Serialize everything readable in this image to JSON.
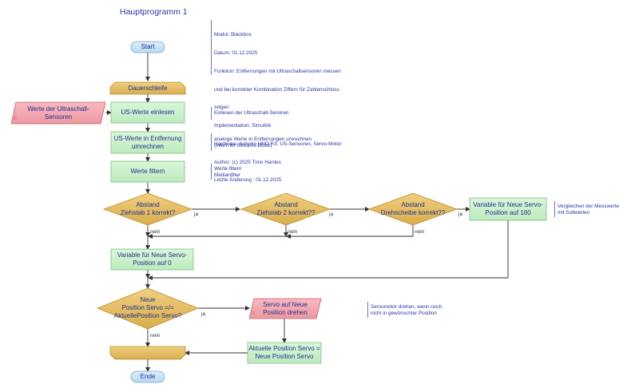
{
  "title": "Hauptprogramm 1",
  "info": {
    "lines": [
      "Modul: Blackbox",
      "Datum: 01.12.2025",
      "Funktion: Entfernungen mit Ultraschallsensoren messen",
      "und bei korrekter Kombination Ziffern für Zahlenschloss",
      "zeigen",
      "Implementation: Simulink",
      "Hardware: Arduino UNO R3, US-Sensoren, Servo-Motor",
      "Author: (c) 2025 Timo Hardes",
      "Letzte Änderung : 01.12.2025"
    ]
  },
  "nodes": {
    "start": "Start",
    "loop": "Dauerschleife",
    "input": "Werte der Ultraschall-\nSensoren",
    "input_marker": "E",
    "read": "US-Werte einlesen",
    "convert": "US-Werte in Entfernung\numrechnen",
    "filter": "Werte filtern",
    "dec1": "Abstand\nZiehstab 1 korrekt?",
    "dec2": "Abstand\nZiehstab 2 korrekt??",
    "dec3": "Abstand\nDrehscheibe korrekt??",
    "set180": "Variable für Neue Servo-\nPosition auf 180",
    "set0": "Variable für Neue Servo-\nPosition auf 0",
    "dec4": "Neue\nPosition Servo =/=\nAktuellePosition Servo?",
    "servo": "Servo auf Neue\nPosition drehen",
    "servo_marker": "A",
    "update": "Aktuelle Position Servo =\nNeue Position Servo",
    "end": "Ende"
  },
  "branch_labels": {
    "yes": "ja",
    "no": "nein"
  },
  "notes": {
    "read": "Einlesen der Ultraschall-Senoren",
    "convert": "analoge Werte in Entfernungen umrechnen\n(intern im Simulink-Block)",
    "filter": "Werte filtern\nMedianfilter",
    "compare": "Vergleichen der Messwerte\nmit Sollwerten",
    "servo": "Servomotor drehen, wenn noch\nnicht in gewünschter Position"
  },
  "colors": {
    "process_fill": "#c9f2c9",
    "process_stroke": "#7fbf7f",
    "decision_fill": "#e3bd63",
    "decision_stroke": "#b88d2c",
    "terminal_fill": "#c7e3f7",
    "terminal_stroke": "#7fa9c9",
    "io_fill": "#f2a5ad",
    "io_stroke": "#c9636f",
    "text": "#1f2f8f",
    "edge": "#333333"
  }
}
